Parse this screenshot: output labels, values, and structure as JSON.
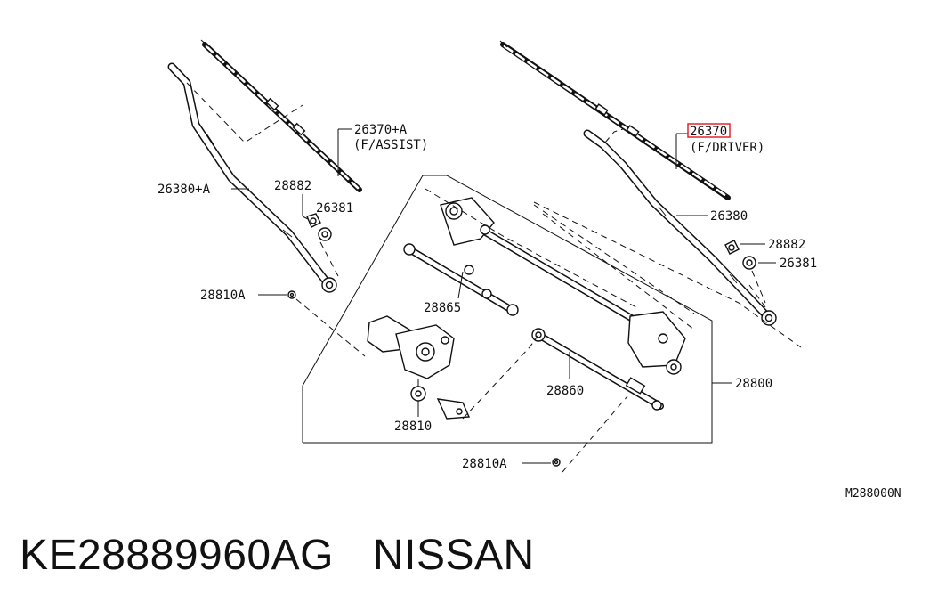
{
  "labels": {
    "assist_blade": "26370+A",
    "assist_blade_note": "(F/ASSIST)",
    "driver_blade_prefix": "2637",
    "driver_blade_suffix": "0",
    "driver_blade_note": "(F/DRIVER)",
    "assist_arm": "26380+A",
    "driver_arm": "26380",
    "cap_left": "28882",
    "nut_left": "26381",
    "cap_right": "28882",
    "nut_right": "26381",
    "bolt_upper": "28810A",
    "bolt_lower": "28810A",
    "motor": "28810",
    "link_short": "28865",
    "link_long": "28860",
    "linkage_assembly": "28800",
    "diagram_code": "M288000N"
  },
  "highlight_color": "#e8202a",
  "caption": {
    "part_number": "KE28889960AG",
    "brand": "NISSAN"
  }
}
